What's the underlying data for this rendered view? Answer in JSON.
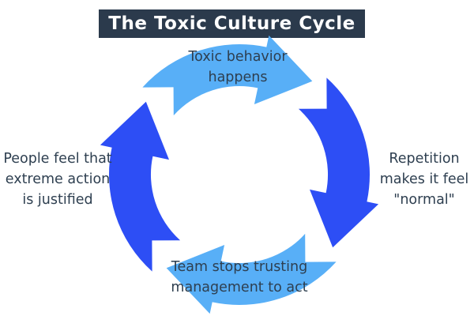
{
  "title": "The Toxic Culture Cycle",
  "diagram": {
    "type": "cycle",
    "direction": "clockwise",
    "steps": [
      {
        "position": "top",
        "label": "Toxic behavior\nhappens",
        "arrow_color": "#58AFF7"
      },
      {
        "position": "right",
        "label": "Repetition\nmakes it feel\n\"normal\"",
        "arrow_color": "#2D4EF5"
      },
      {
        "position": "bottom",
        "label": "Team stops trusting\nmanagement to act",
        "arrow_color": "#58AFF7"
      },
      {
        "position": "left",
        "label": "People feel that\nextreme action\nis justified",
        "arrow_color": "#2D4EF5"
      }
    ],
    "colors": {
      "background": "#FFFFFF",
      "title_background": "#2B3A4C",
      "title_text": "#FFFFFF",
      "light_arrow": "#58AFF7",
      "dark_arrow": "#2D4EF5",
      "label_text": "#2E3F50"
    }
  }
}
